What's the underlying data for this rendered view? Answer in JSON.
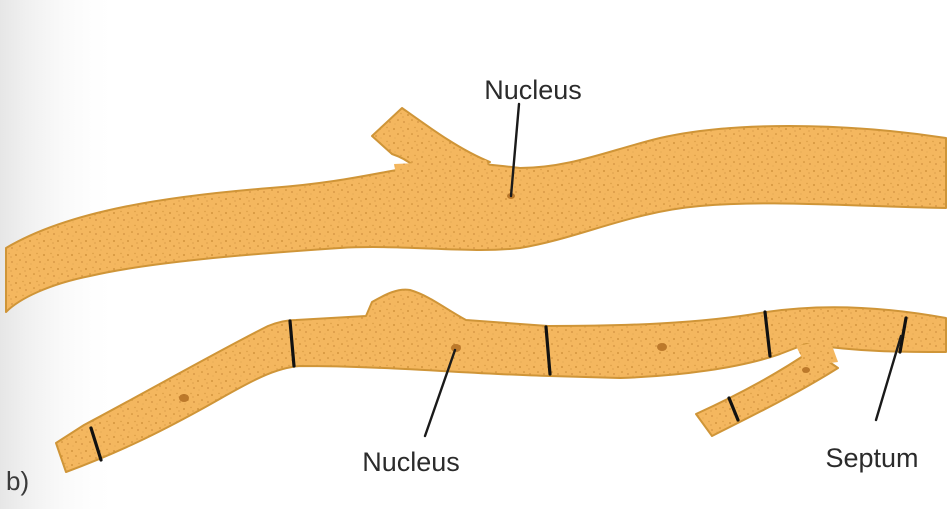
{
  "figure": {
    "panel_letter": "b)",
    "top_hypha": {
      "nucleus_label": "Nucleus"
    },
    "bottom_hypha": {
      "nucleus_label": "Nucleus",
      "septum_label": "Septum"
    }
  },
  "colors": {
    "hypha_fill": "#f4b75f",
    "hypha_outline": "#cf9538",
    "speckle": "#c98a34",
    "septum": "#111111",
    "left_edge_shade": "#e6e6e6"
  }
}
